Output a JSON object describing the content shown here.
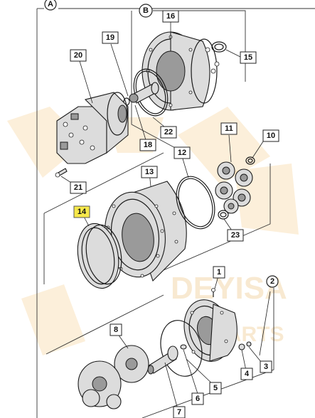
{
  "frames": {
    "main_label": "A",
    "sub_label": "B",
    "group_label": "2"
  },
  "callouts": [
    {
      "id": "1",
      "label": "1"
    },
    {
      "id": "3",
      "label": "3"
    },
    {
      "id": "4",
      "label": "4"
    },
    {
      "id": "5",
      "label": "5"
    },
    {
      "id": "6",
      "label": "6"
    },
    {
      "id": "7",
      "label": "7"
    },
    {
      "id": "8",
      "label": "8"
    },
    {
      "id": "10",
      "label": "10"
    },
    {
      "id": "11",
      "label": "11"
    },
    {
      "id": "12",
      "label": "12"
    },
    {
      "id": "13",
      "label": "13"
    },
    {
      "id": "14",
      "label": "14",
      "highlighted": true
    },
    {
      "id": "15",
      "label": "15"
    },
    {
      "id": "16",
      "label": "16"
    },
    {
      "id": "18",
      "label": "18"
    },
    {
      "id": "19",
      "label": "19"
    },
    {
      "id": "20",
      "label": "20"
    },
    {
      "id": "21",
      "label": "21"
    },
    {
      "id": "22",
      "label": "22"
    },
    {
      "id": "23",
      "label": "23"
    }
  ],
  "watermark": {
    "text": "DEYISA",
    "subtext": "PARTS"
  },
  "colors": {
    "highlight": "#f6e84a",
    "watermark": "#e9b45c",
    "line": "#1a1a1a"
  }
}
